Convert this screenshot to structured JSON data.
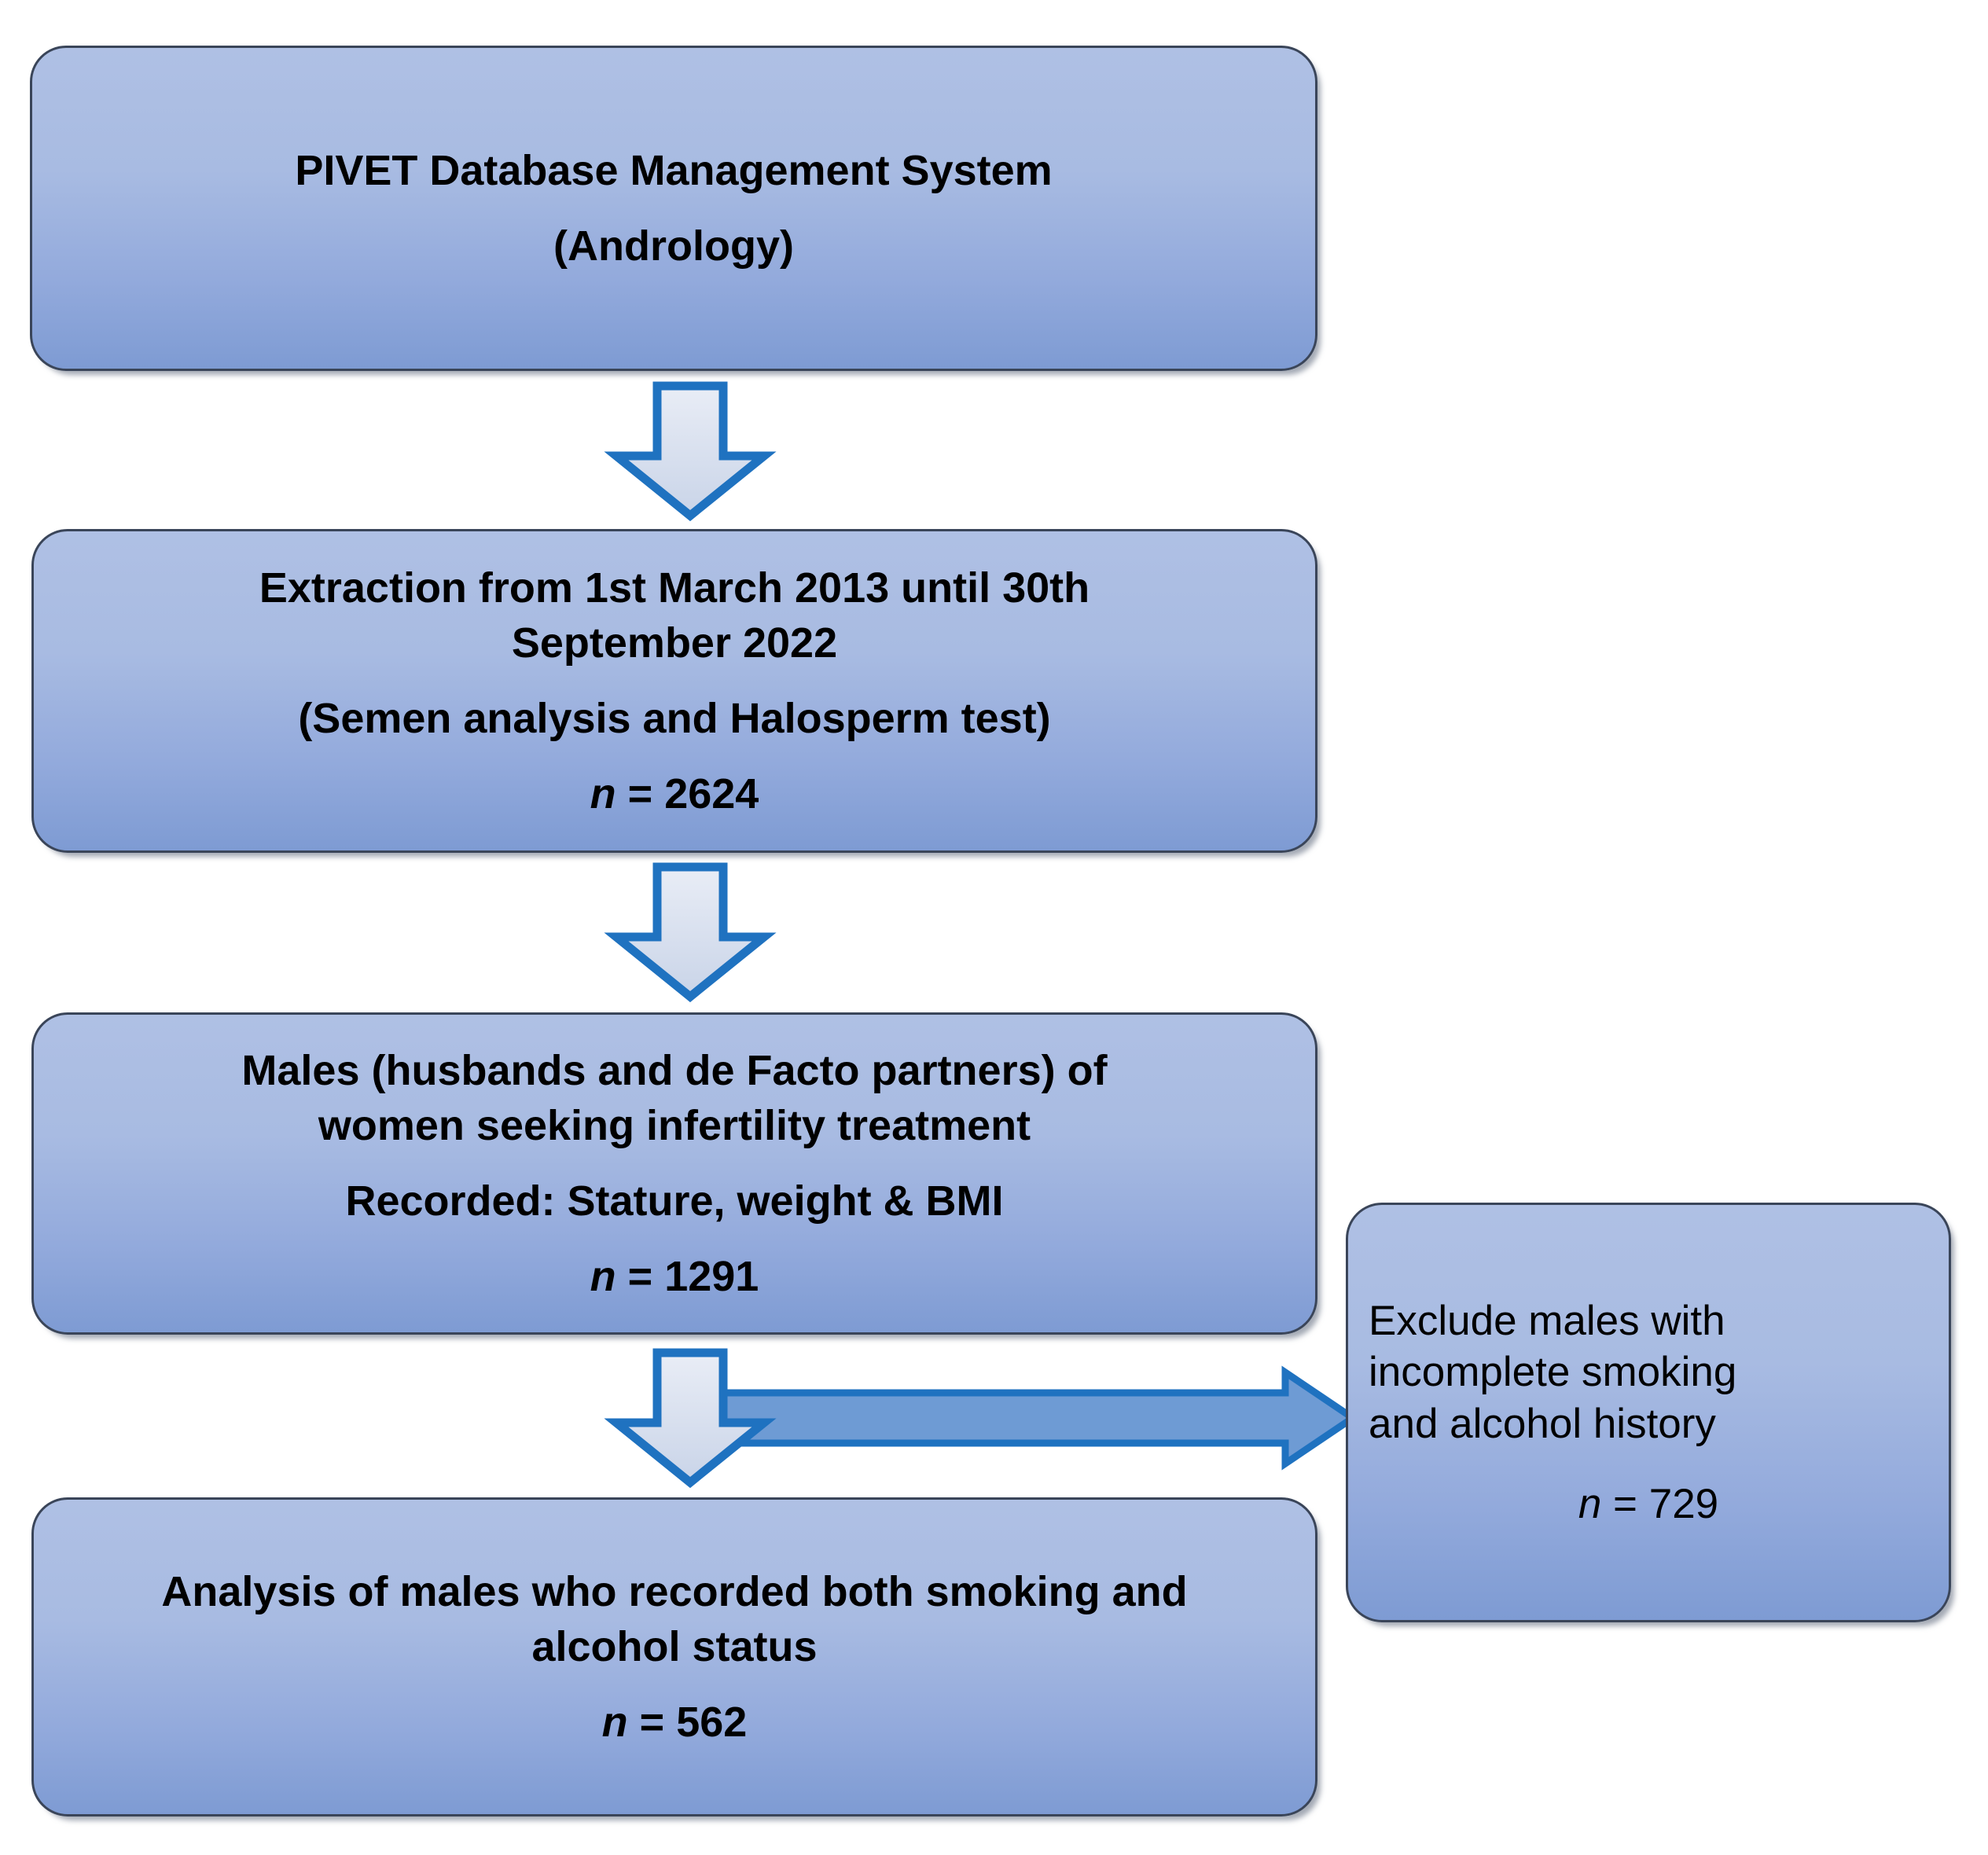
{
  "diagram": {
    "title": "PIVET andrology database participant flow",
    "colors": {
      "node_fill_top": "#AFC0E4",
      "node_fill_bottom": "#7E9BD3",
      "node_border": "#3A4559",
      "arrow_stroke": "#1F72C0",
      "arrow_fill_vertical": "#DCE3F0",
      "arrow_fill_horizontal": "#6E9BD4",
      "text": "#000000"
    },
    "nodes": [
      {
        "id": "source",
        "lines": [
          "PIVET Database Management System",
          "(Andrology)"
        ]
      },
      {
        "id": "extraction",
        "line1": "Extraction from 1st March 2013 until 30th",
        "line2": "September 2022",
        "line3": "(Semen analysis and Halosperm test)",
        "count_prefix": "n",
        "count_value": " = 2624"
      },
      {
        "id": "males",
        "line1": "Males (husbands and de Facto partners) of",
        "line2": "women seeking infertility treatment",
        "line3": "Recorded: Stature, weight & BMI",
        "count_prefix": "n",
        "count_value": " = 1291"
      },
      {
        "id": "analysis",
        "line1": "Analysis of males who recorded both smoking and",
        "line2": "alcohol status",
        "count_prefix": "n",
        "count_value": " = 562"
      },
      {
        "id": "exclusion",
        "line1": "Exclude males with",
        "line2": "incomplete smoking",
        "line3": "and alcohol history",
        "count_prefix": "n",
        "count_value": " = 729"
      }
    ],
    "arrows": [
      {
        "id": "source-to-extraction",
        "direction": "down"
      },
      {
        "id": "extraction-to-males",
        "direction": "down"
      },
      {
        "id": "males-to-analysis",
        "direction": "down"
      },
      {
        "id": "males-to-exclusion",
        "direction": "right"
      }
    ]
  }
}
